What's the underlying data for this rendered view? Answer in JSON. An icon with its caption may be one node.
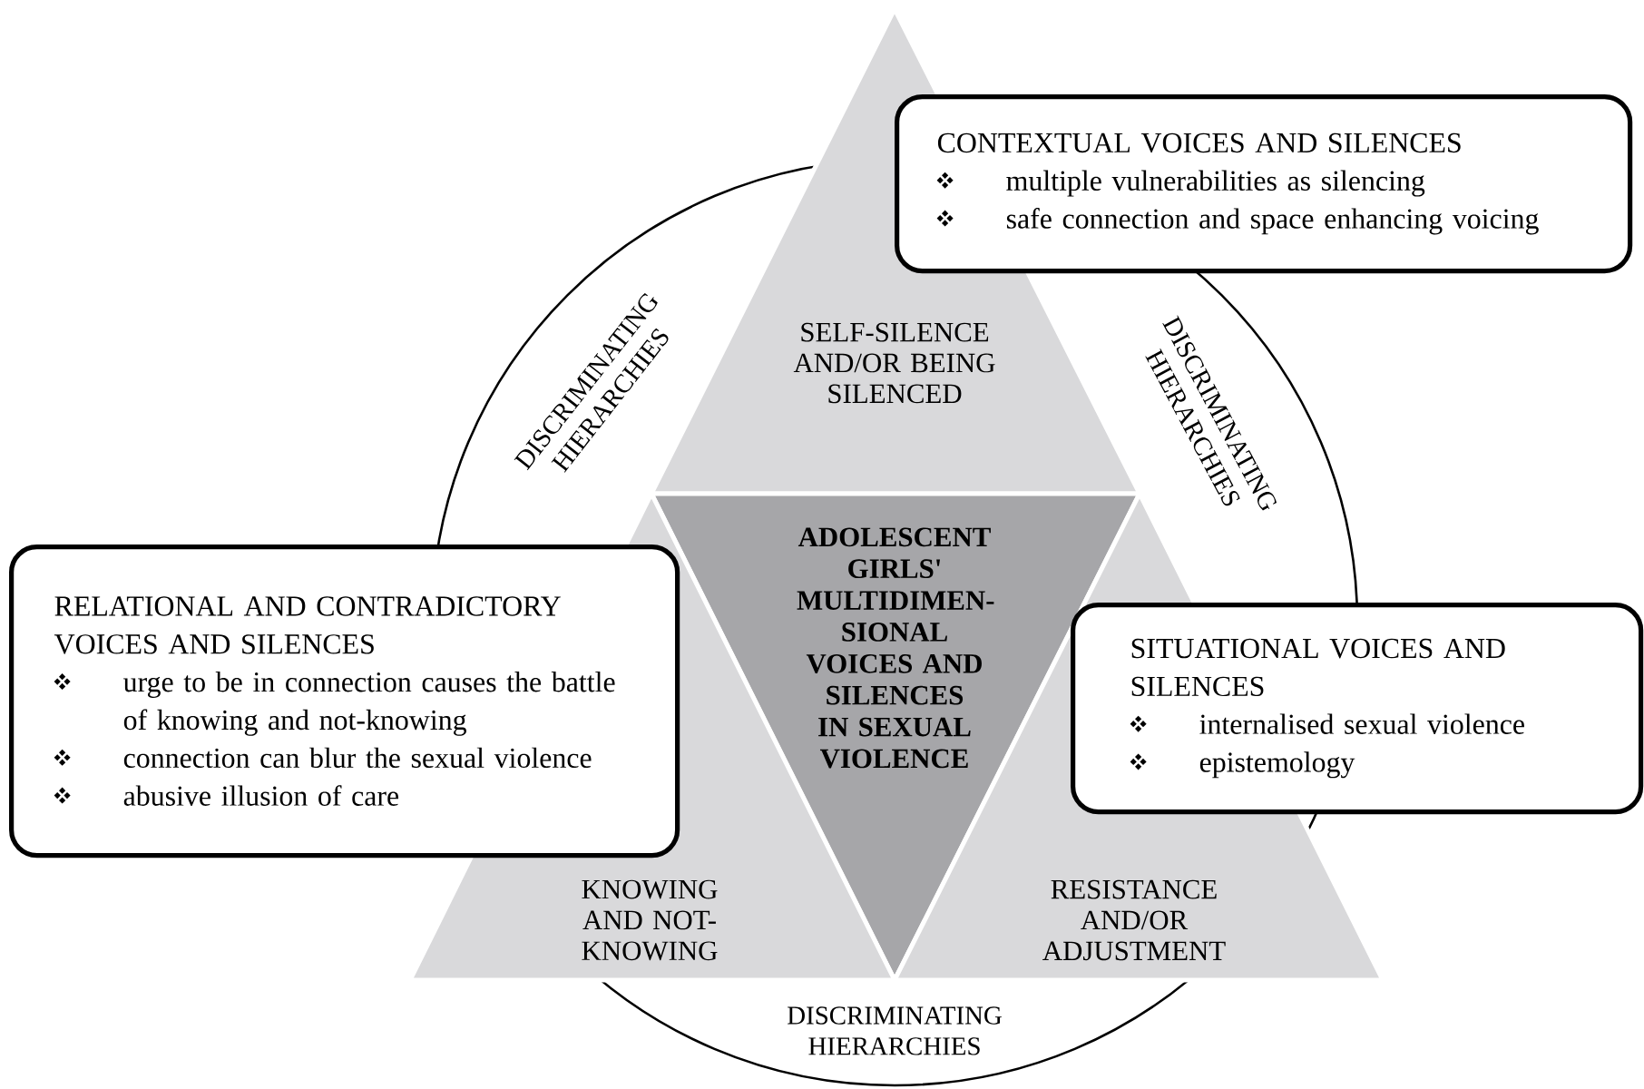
{
  "diagram": {
    "nodes": [
      {
        "text": [
          "SELF-SILENCE AND/OR BEING SILENCED"
        ]
      },
      {
        "text": [
          "ADOLESCENT GIRLS' MULTIDIMEN- SIONAL VOICES AND SILENCES IN SEXUAL VIOLENCE"
        ]
      },
      {
        "text": [
          "KNOWING AND NOT- KNOWING"
        ]
      },
      {
        "text": [
          "RESISTANCE AND/OR ADJUSTMENT"
        ]
      },
      {
        "text": [
          "CONTEXTUAL VOICES AND SILENCES",
          "multiple vulnerabilities as silencing",
          "safe connection and space enhancing voicing"
        ]
      },
      {
        "text": [
          "RELATIONAL AND CONTRADICTORY VOICES AND SILENCES",
          "urge to be in connection causes the battle of knowing and not-knowing",
          "connection can blur the sexual violence",
          "abusive illusion of care"
        ]
      },
      {
        "text": [
          "SITUATIONAL VOICES AND SILENCES",
          "internalised sexual violence",
          "epistemology"
        ]
      }
    ],
    "labels": [
      "DISCRIMINATING HIERARCHIES",
      "DISCRIMINATING HIERARCHIES",
      "DISCRIMINATING HIERARCHIES"
    ]
  }
}
